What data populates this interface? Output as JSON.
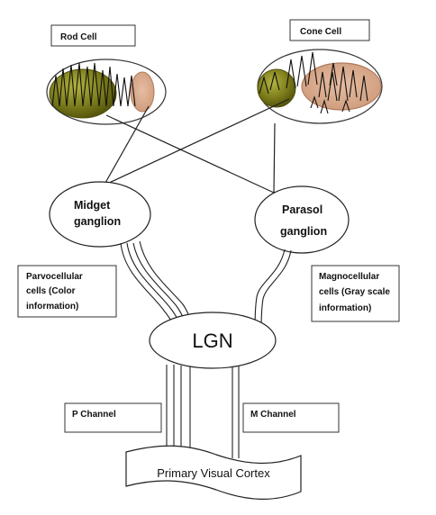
{
  "rod_cell": {
    "label": "Rod Cell"
  },
  "cone_cell": {
    "label": "Cone Cell"
  },
  "midget_ganglion": {
    "line1": "Midget",
    "line2": "ganglion"
  },
  "parasol_ganglion": {
    "line1": "Parasol",
    "line2": "ganglion"
  },
  "lgn": {
    "label": "LGN"
  },
  "parvocellular": {
    "line1": "Parvocellular",
    "line2": "cells (Color",
    "line3": "information)"
  },
  "magnocellular": {
    "line1": "Magnocellular",
    "line2": "cells (Gray scale",
    "line3": "information)"
  },
  "p_channel": {
    "label": "P Channel"
  },
  "m_channel": {
    "label": "M Channel"
  },
  "cortex": {
    "label": "Primary Visual Cortex"
  },
  "colors": {
    "rod_body": "#6b6b12",
    "cone_nucleus": "#d7a98a",
    "cone_nucleus_stroke": "#b07a5a",
    "outline": "#222222"
  }
}
